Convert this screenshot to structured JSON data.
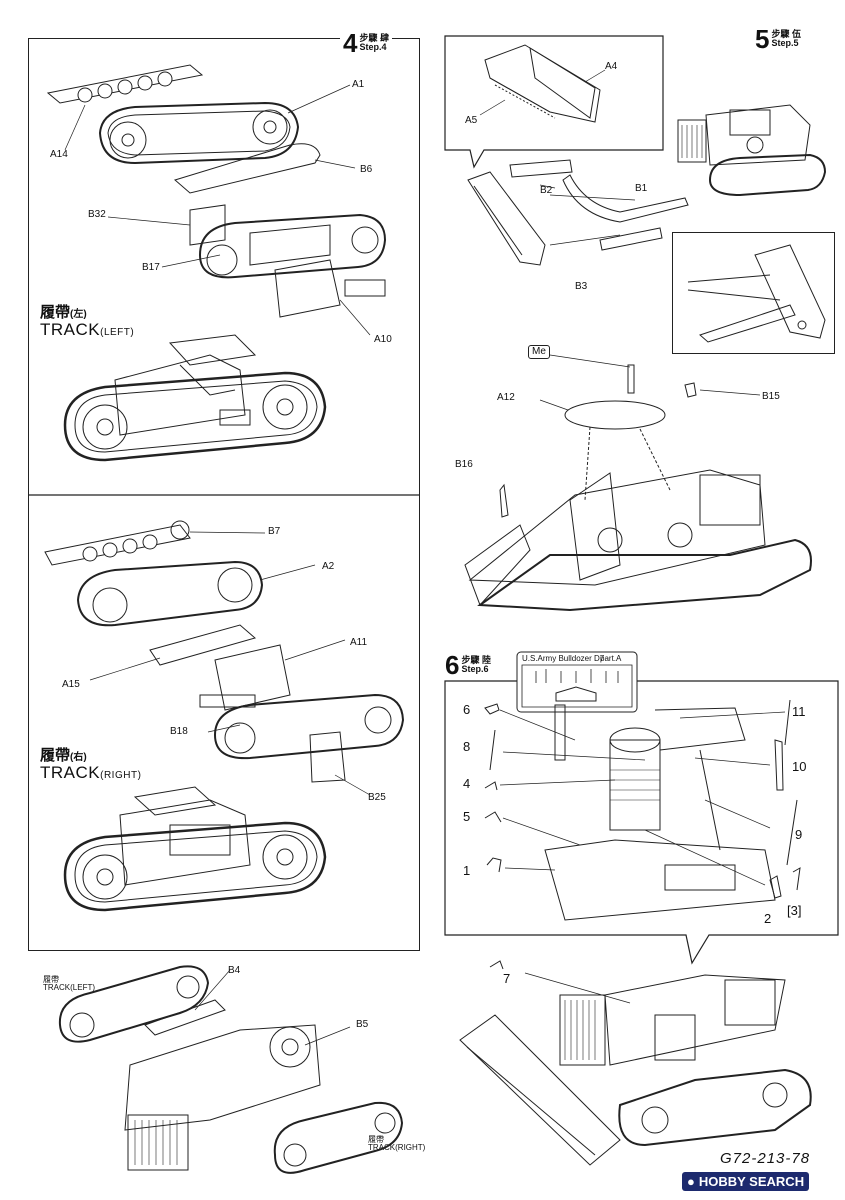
{
  "step4": {
    "num": "4",
    "cn": "步驟 肆",
    "en": "Step.4"
  },
  "step5": {
    "num": "5",
    "cn": "步驟 伍",
    "en": "Step.5"
  },
  "step6": {
    "num": "6",
    "cn": "步驟 陸",
    "en": "Step.6"
  },
  "track_left": {
    "cn": "履帶",
    "cn_side": "(左)",
    "en": "TRACK",
    "en_side": "(LEFT)"
  },
  "track_right": {
    "cn": "履帶",
    "cn_side": "(右)",
    "en": "TRACK",
    "en_side": "(RIGHT)"
  },
  "parts_step4": [
    "A1",
    "A14",
    "B6",
    "B32",
    "B17",
    "A10"
  ],
  "parts_step4b": [
    "B7",
    "A2",
    "A11",
    "A15",
    "B18",
    "B25"
  ],
  "parts_step5": [
    "A4",
    "A5",
    "B2",
    "B1",
    "B3",
    "Me",
    "A12",
    "B15",
    "B16"
  ],
  "parts_final": [
    "B4",
    "B5"
  ],
  "pe_sheet": {
    "title": "U.S.Army Bulldozer D7",
    "part": "part.A"
  },
  "pe_numbers": [
    "6",
    "8",
    "4",
    "5",
    "1",
    "11",
    "10",
    "9",
    "2",
    "[3]",
    "7"
  ],
  "page_code": "G72-213-78",
  "watermark": "HOBBY SEARCH",
  "colors": {
    "line": "#222222",
    "bg": "#ffffff",
    "watermark_bg": "#1d2a6e"
  }
}
